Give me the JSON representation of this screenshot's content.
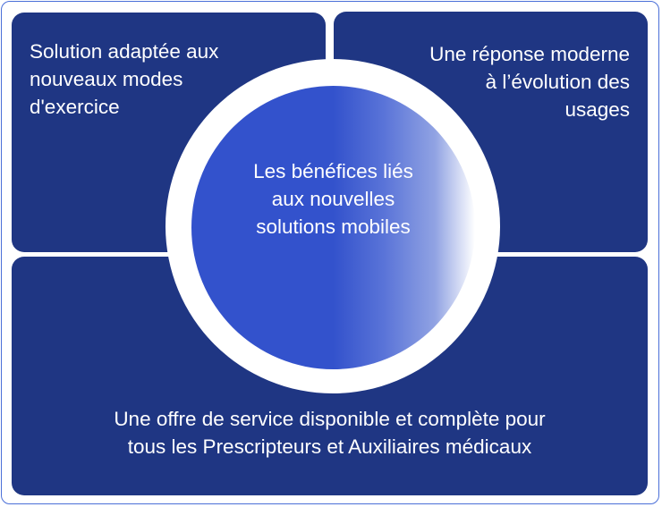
{
  "diagram": {
    "center": {
      "lines": [
        "Les bénéfices liés",
        "aux nouvelles",
        "solutions mobiles"
      ]
    },
    "panels": {
      "top_left": {
        "lines": [
          "Solution adaptée aux",
          "nouveaux modes",
          "d'exercice"
        ]
      },
      "top_right": {
        "lines": [
          "Une réponse moderne",
          "à l’évolution des",
          "usages"
        ]
      },
      "bottom": {
        "lines": [
          "Une offre de service disponible et complète pour",
          "tous les Prescripteurs et Auxiliaires médicaux"
        ]
      }
    },
    "colors": {
      "panel": "#1f3683",
      "center": "#3352cc",
      "frame_border": "#4a6fd8",
      "text": "#ffffff"
    }
  }
}
